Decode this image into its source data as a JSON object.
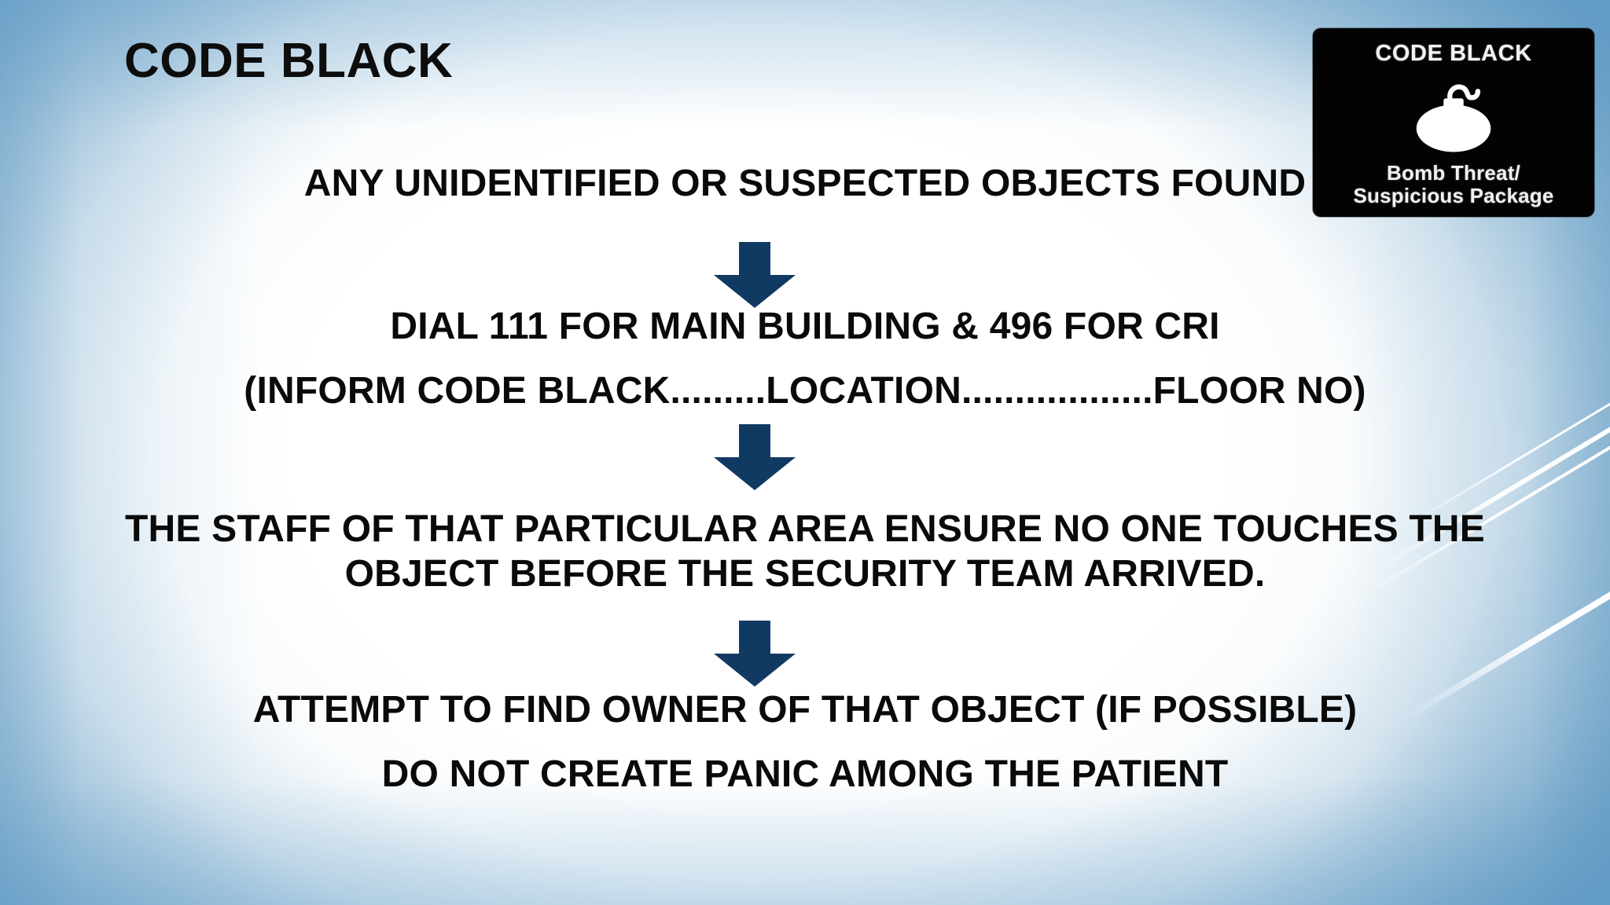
{
  "slide": {
    "title": "CODE BLACK",
    "background": {
      "edge_color": "#2e79ad",
      "center_color": "#ffffff"
    },
    "arrow_color": "#113A63",
    "text_color": "#0a0a0a"
  },
  "badge": {
    "title": "CODE BLACK",
    "icon": "bomb-icon",
    "caption_line1": "Bomb Threat/",
    "caption_line2": "Suspicious Package",
    "background": "#030303",
    "text_color": "#f2f2f2"
  },
  "flow": {
    "step1": "ANY UNIDENTIFIED OR SUSPECTED OBJECTS FOUND",
    "step2_line1": "DIAL 111 FOR MAIN BUILDING & 496 FOR CRI",
    "step2_line2": "(INFORM CODE BLACK.........LOCATION..................FLOOR NO)",
    "step3": "THE STAFF OF THAT PARTICULAR AREA ENSURE NO ONE TOUCHES THE OBJECT  BEFORE THE SECURITY TEAM ARRIVED.",
    "step4_line1": "ATTEMPT TO FIND OWNER OF THAT OBJECT (IF POSSIBLE)",
    "step4_line2": "DO NOT CREATE PANIC AMONG THE PATIENT",
    "arrows": [
      {
        "name": "down-arrow-1"
      },
      {
        "name": "down-arrow-2"
      },
      {
        "name": "down-arrow-3"
      }
    ]
  },
  "decoration": {
    "swoosh_lines": 4
  }
}
